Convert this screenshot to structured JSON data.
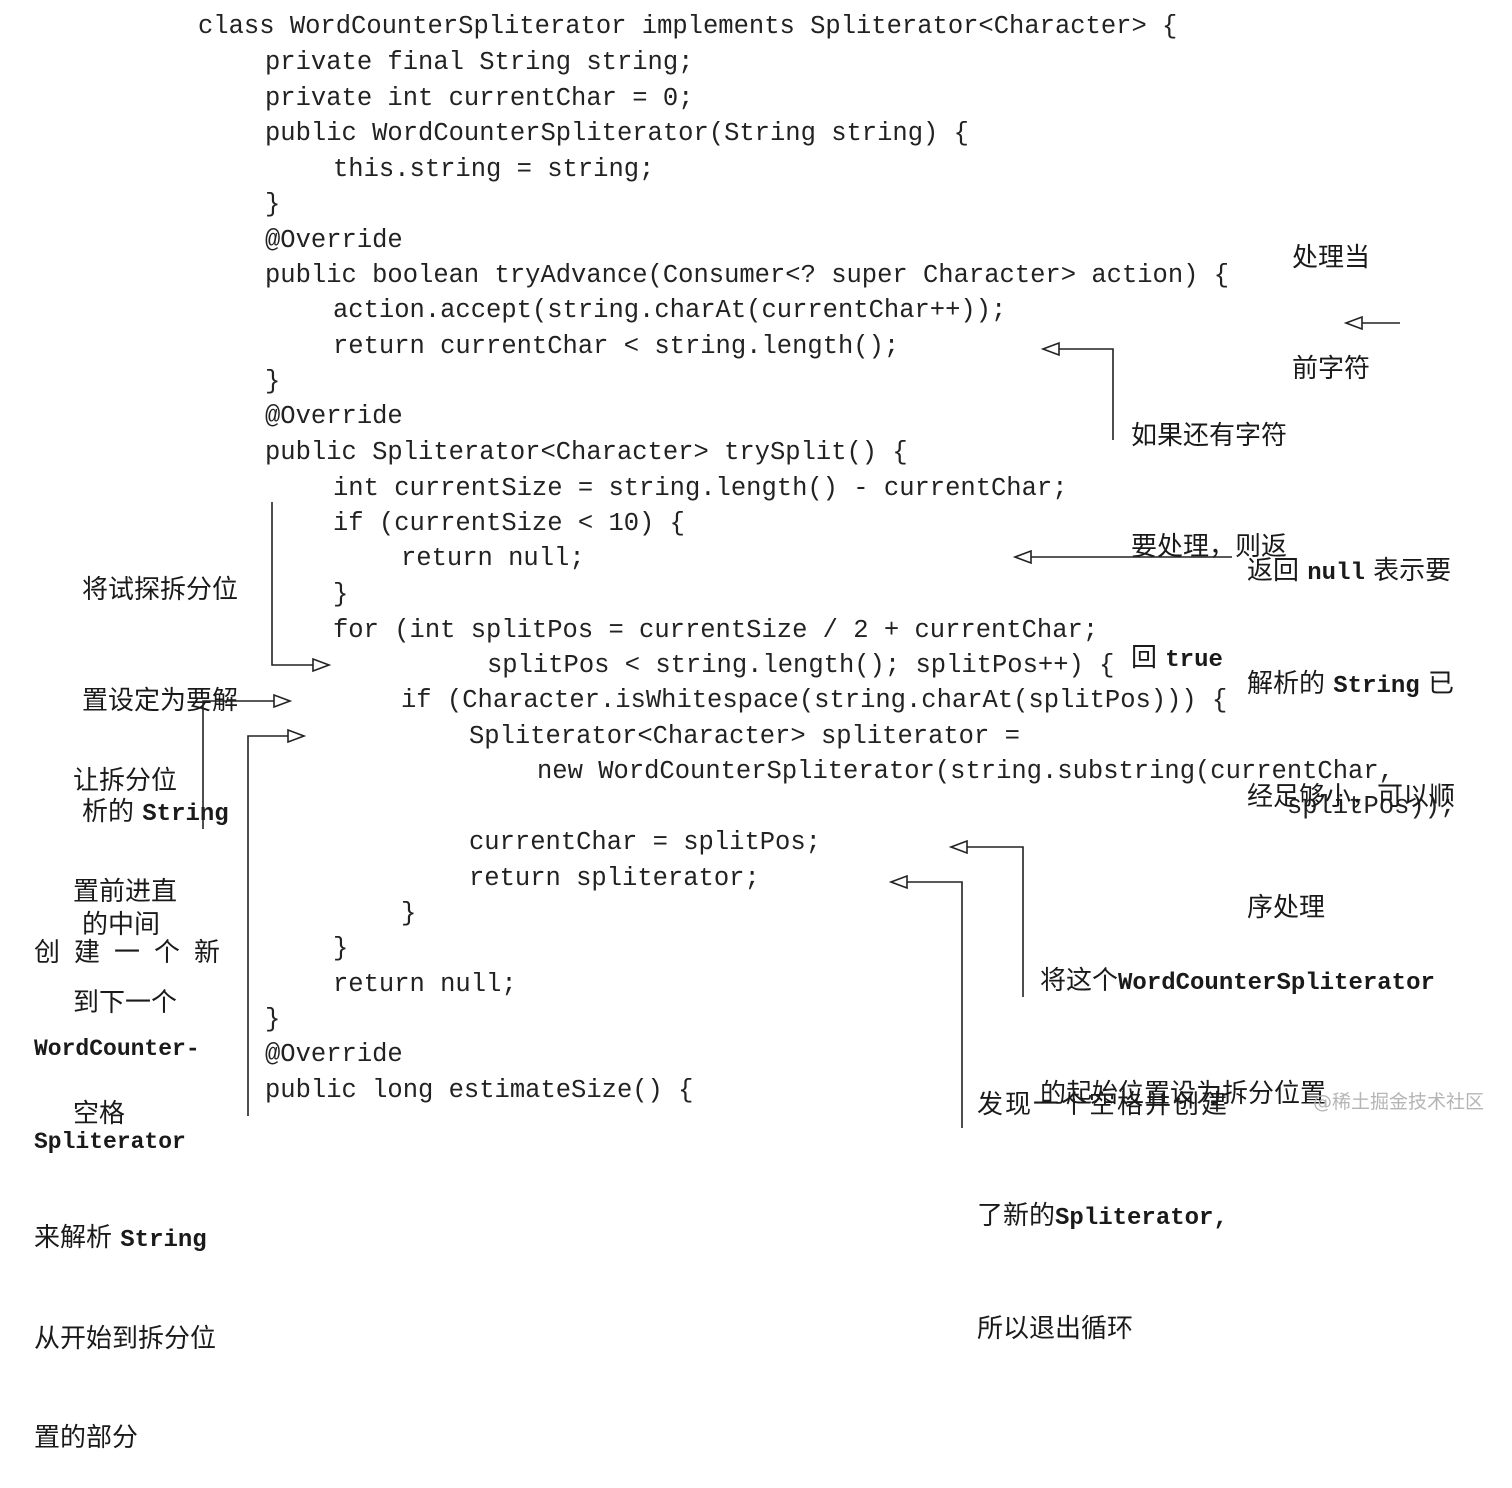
{
  "code": {
    "lines": [
      "class WordCounterSpliterator implements Spliterator<Character> {",
      "private final String string;",
      "private int currentChar = 0;",
      "public WordCounterSpliterator(String string) {",
      "this.string = string;",
      "}",
      "@Override",
      "public boolean tryAdvance(Consumer<? super Character> action) {",
      "action.accept(string.charAt(currentChar++));",
      "return currentChar < string.length();",
      "}",
      "@Override",
      "public Spliterator<Character> trySplit() {",
      "int currentSize = string.length() - currentChar;",
      "if (currentSize < 10) {",
      "return null;",
      "}",
      "for (int splitPos = currentSize / 2 + currentChar;",
      "splitPos < string.length(); splitPos++) {",
      "if (Character.isWhitespace(string.charAt(splitPos))) {",
      "Spliterator<Character> spliterator =",
      "new WordCounterSpliterator(string.substring(currentChar,",
      "splitPos));",
      "currentChar = splitPos;",
      "return spliterator;",
      "}",
      "}",
      "return null;",
      "}",
      "@Override",
      "public long estimateSize() {"
    ]
  },
  "annotations": {
    "process_current": [
      "处理当",
      "前字符"
    ],
    "return_true": {
      "line1": "如果还有字符",
      "line2": "要处理，则返",
      "line3_text": "回 ",
      "line3_code": "true"
    },
    "return_null": {
      "line1_text": "返回 ",
      "line1_code": "null",
      "line1_tail": " 表示要",
      "line2_text": "解析的 ",
      "line2_code": "String",
      "line2_tail": " 已",
      "line3": "经足够小，可以顺",
      "line4": "序处理"
    },
    "split_middle": {
      "line1": "将试探拆分位",
      "line2": "置设定为要解",
      "line3_text": "析的 ",
      "line3_code": "String",
      "line4": "的中间"
    },
    "advance": [
      "让拆分位",
      "置前进直",
      "到下一个",
      "空格"
    ],
    "create_new": {
      "line1": "创建一个新",
      "line2_code": "WordCounter-",
      "line3_code": "Spliterator",
      "line4_text": "来解析 ",
      "line4_code": "String",
      "line5": "从开始到拆分位",
      "line6": "置的部分"
    },
    "set_start": {
      "line1_text": "将这个",
      "line1_code": "WordCounterSpliterator",
      "line2": "的起始位置设为拆分位置"
    },
    "found_space": {
      "line1": "发现一个空格并创建",
      "line2_text": "了新的",
      "line2_code": "Spliterator,",
      "line3": "所以退出循环"
    }
  },
  "watermark": "@稀土掘金技术社区"
}
